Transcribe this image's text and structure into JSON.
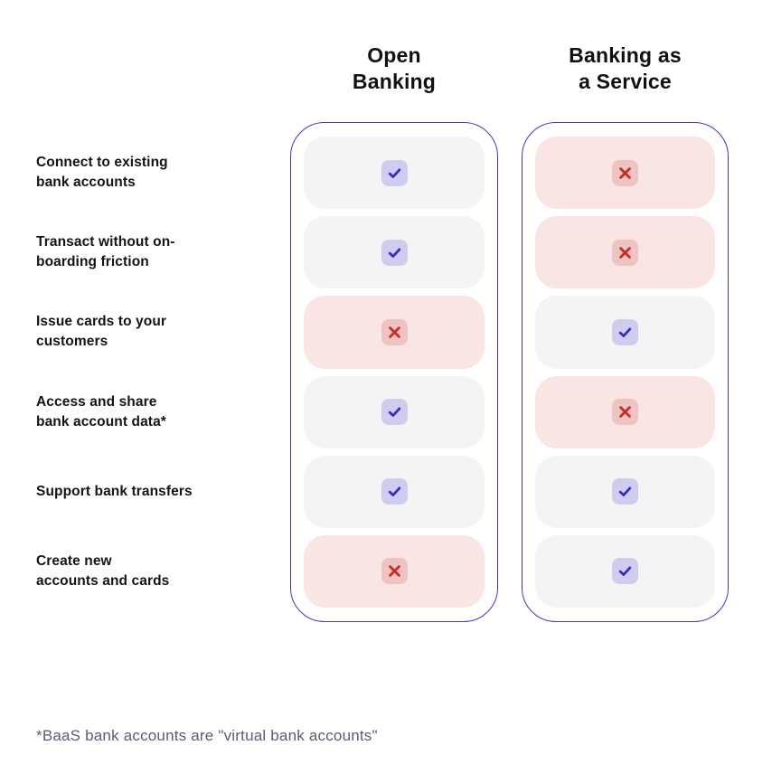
{
  "table": {
    "columns": [
      {
        "key": "open_banking",
        "title_line1": "Open",
        "title_line2": "Banking"
      },
      {
        "key": "baas",
        "title_line1": "Banking as",
        "title_line2": "a Service"
      }
    ],
    "rows": [
      {
        "label_line1": "Connect to existing",
        "label_line2": "bank accounts",
        "open_banking": "yes",
        "baas": "no"
      },
      {
        "label_line1": "Transact without on-",
        "label_line2": "boarding friction",
        "open_banking": "yes",
        "baas": "no"
      },
      {
        "label_line1": "Issue cards to your",
        "label_line2": "customers",
        "open_banking": "no",
        "baas": "yes"
      },
      {
        "label_line1": "Access and share",
        "label_line2": "bank account data*",
        "open_banking": "yes",
        "baas": "no"
      },
      {
        "label_line1": "Support bank transfers",
        "label_line2": "",
        "open_banking": "yes",
        "baas": "yes"
      },
      {
        "label_line1": "Create new",
        "label_line2": "accounts and cards",
        "open_banking": "no",
        "baas": "yes"
      }
    ]
  },
  "footnote": "*BaaS bank accounts are \"virtual bank accounts\"",
  "icons": {
    "yes": "check-icon",
    "no": "cross-icon"
  },
  "colors": {
    "column_border": "#4334c8",
    "cell_yes_bg": "#f4f4f5",
    "cell_no_bg": "#f9e6e4",
    "check_badge_bg": "#cfccf0",
    "check_mark": "#372eb5",
    "cross_badge_bg": "#efc3c1",
    "cross_mark": "#c22f2b",
    "heading_text": "#111111",
    "label_text": "#141414",
    "footnote_text": "#5c5b72"
  }
}
